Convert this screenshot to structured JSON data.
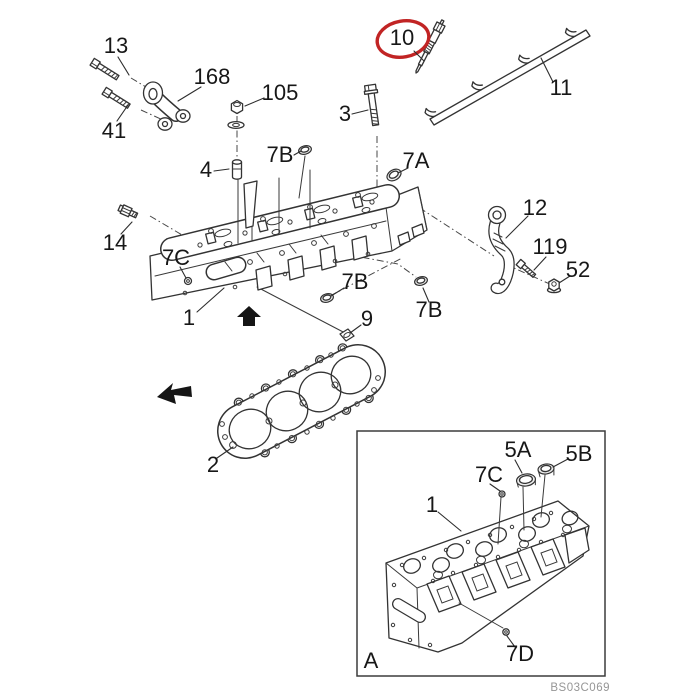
{
  "diagram": {
    "type": "exploded-parts-diagram",
    "subject": "cylinder-head-assembly",
    "figure_code": "BS03C069",
    "colors": {
      "line": "#333333",
      "label": "#171717",
      "highlight": "#c12424",
      "code_text": "#969696",
      "background": "#ffffff"
    },
    "highlight": {
      "shape": "ellipse",
      "around_callout": "10"
    },
    "callouts": {
      "n13": "13",
      "n41": "41",
      "n168": "168",
      "n105": "105",
      "n10": "10",
      "n11": "11",
      "n3": "3",
      "n7b_top": "7B",
      "n4": "4",
      "n7a": "7A",
      "n12": "12",
      "n119": "119",
      "n52": "52",
      "n14": "14",
      "n7c": "7C",
      "n1": "1",
      "n7b_mid": "7B",
      "n7b_right": "7B",
      "n9": "9",
      "n2": "2"
    },
    "inset": {
      "view_label": "A",
      "figure_code": "BS03C069",
      "callouts": {
        "n5a": "5A",
        "n5b": "5B",
        "n7c": "7C",
        "n1": "1",
        "n7d": "7D"
      }
    }
  }
}
